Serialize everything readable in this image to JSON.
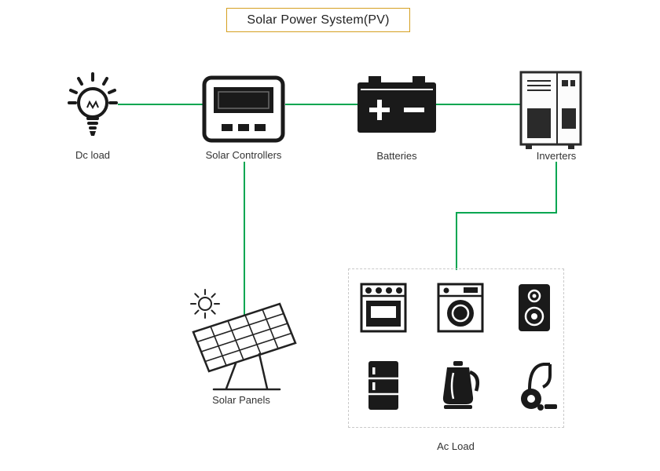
{
  "title": "Solar Power System(PV)",
  "colors": {
    "title_border": "#d5a021",
    "connector_line": "#00a651",
    "icon_ink": "#1a1a1a",
    "label_text": "#333333",
    "acload_border_dashed": "#c9c9c9"
  },
  "nodes": {
    "dc_load": {
      "label": "Dc load",
      "icon": "light-bulb-icon"
    },
    "solar_controllers": {
      "label": "Solar Controllers",
      "icon": "solar-controller-icon"
    },
    "batteries": {
      "label": "Batteries",
      "icon": "battery-icon"
    },
    "inverters": {
      "label": "Inverters",
      "icon": "inverter-cabinet-icon"
    },
    "solar_panels": {
      "label": "Solar Panels",
      "icons": [
        "sun-icon",
        "solar-panel-icon"
      ]
    },
    "ac_load": {
      "label": "Ac Load",
      "appliance_icons": [
        "oven-icon",
        "washing-machine-icon",
        "speaker-icon",
        "refrigerator-icon",
        "kettle-icon",
        "vacuum-cleaner-icon"
      ]
    }
  },
  "connections": [
    "dc_load - solar_controllers",
    "solar_controllers - batteries",
    "batteries - inverters",
    "solar_controllers - solar_panels",
    "inverters - ac_load"
  ]
}
